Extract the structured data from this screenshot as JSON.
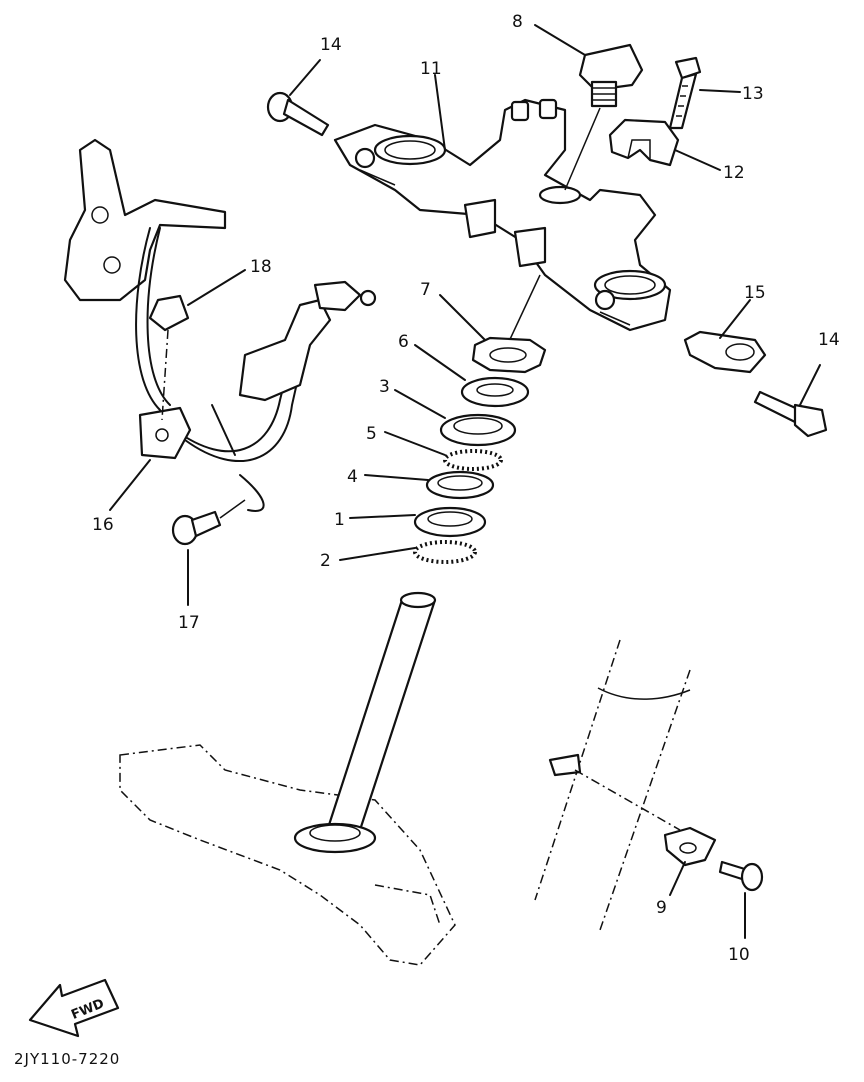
{
  "diagram": {
    "drawing_code": "2JY110-7220",
    "direction_mark": "FWD",
    "callouts": {
      "c1": "1",
      "c2": "2",
      "c3": "3",
      "c4": "4",
      "c5": "5",
      "c6": "6",
      "c7": "7",
      "c8": "8",
      "c9": "9",
      "c10": "10",
      "c11": "11",
      "c12": "12",
      "c13": "13",
      "c14a": "14",
      "c14b": "14",
      "c15": "15",
      "c16": "16",
      "c17": "17",
      "c18": "18"
    }
  }
}
